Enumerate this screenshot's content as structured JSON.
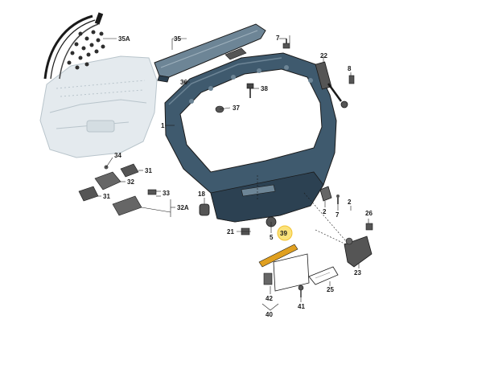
{
  "colors": {
    "panel": "#3f5a6e",
    "panel_light": "#6d8596",
    "panel_dark": "#2c4152",
    "ghost": "#cfd7dc",
    "line": "#1a1a1a",
    "highlight_ring": "#f2c230",
    "highlight_fill": "#fbe27a",
    "strip": "#e0a020"
  },
  "callouts": {
    "c1": "1",
    "c2": "2",
    "c5": "5",
    "c7": "7",
    "c8": "8",
    "c18": "18",
    "c21": "21",
    "c22": "22",
    "c23": "23",
    "c25": "25",
    "c26": "26",
    "c31a": "31",
    "c31b": "31",
    "c32": "32",
    "c32a": "32A",
    "c33": "33",
    "c34": "34",
    "c35": "35",
    "c35a": "35A",
    "c36": "36",
    "c37": "37",
    "c38": "38",
    "c39": "39",
    "c40": "40",
    "c41": "41",
    "c42": "42"
  }
}
